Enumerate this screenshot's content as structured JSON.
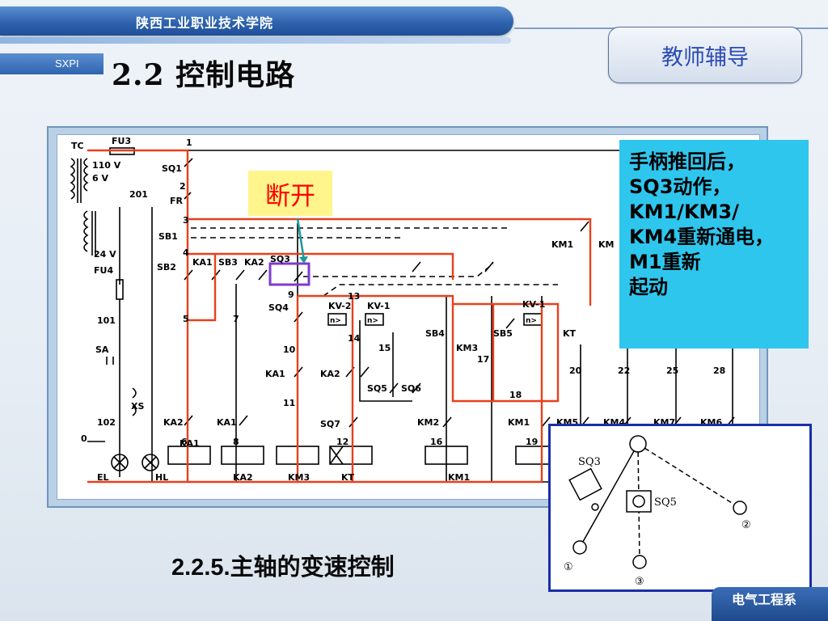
{
  "header": {
    "school": "陕西工业职业技术学院",
    "abbr": "SXPI"
  },
  "page_title": "2.2  控制电路",
  "teacher_button": "教师辅导",
  "callout_break": "断开",
  "note_lines": [
    "手柄推回后，",
    "SQ3动作，",
    "KM1/KM3/",
    "KM4重新通电，",
    "M1重新",
    "起动"
  ],
  "subtitle": {
    "num": "2.2.5.",
    "text": "主轴的变速控制"
  },
  "brand": "电气工程系",
  "circuit": {
    "tc": "TC",
    "fu3": "FU3",
    "v110": "110 V",
    "v6": "6 V",
    "v24": "24 V",
    "fu4": "FU4",
    "n201": "201",
    "n101": "101",
    "n102": "102",
    "n0": "0",
    "sa": "SA",
    "xs": "XS",
    "el": "EL",
    "hl": "HL",
    "nodes": [
      "1",
      "2",
      "3",
      "4",
      "5",
      "7",
      "9",
      "10",
      "11",
      "12",
      "13",
      "14",
      "15",
      "16",
      "17",
      "18",
      "19",
      "20",
      "22",
      "25",
      "28",
      "6",
      "8"
    ],
    "contacts": [
      "SQ1",
      "FR",
      "SB1",
      "SB2",
      "KA1",
      "SB3",
      "KA2",
      "SQ3",
      "SQ4",
      "KV-2",
      "KV-1",
      "SB4",
      "SB5",
      "KM3",
      "SQ5",
      "SQ6",
      "KA1",
      "KA2",
      "KA2",
      "KA1",
      "SQ7",
      "KM2",
      "KM1",
      "KM5",
      "KM4",
      "KM7",
      "KM6",
      "KT",
      "KM1",
      "KM",
      "KV-1"
    ],
    "coils": [
      "KA1",
      "KA2",
      "KM3",
      "KT",
      "KM1"
    ],
    "relay": "n>"
  },
  "mech": {
    "sq3": "SQ3",
    "sq5": "SQ5",
    "p1": "①",
    "p2": "②",
    "p3": "③"
  },
  "colors": {
    "red": "#e8401c",
    "purple": "#7c3bd0",
    "teal": "#1a9a9a",
    "note_bg": "#2fc6ee"
  }
}
